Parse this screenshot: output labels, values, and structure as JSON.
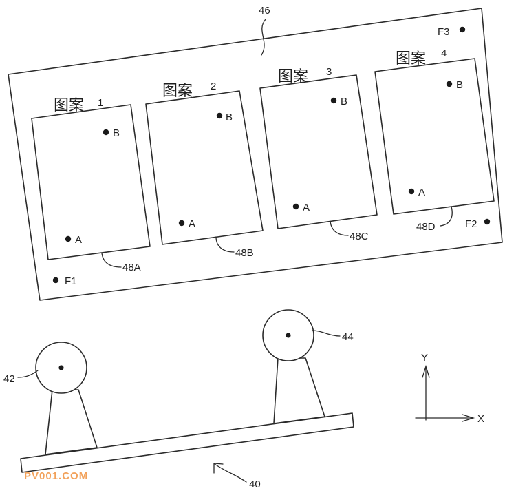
{
  "substrate": {
    "ref": "46",
    "fiducials": [
      {
        "id": "f1",
        "label": "F1"
      },
      {
        "id": "f2",
        "label": "F2"
      },
      {
        "id": "f3",
        "label": "F3"
      }
    ],
    "patterns": [
      {
        "title": "图案",
        "num": "1",
        "point_a": "A",
        "point_b": "B",
        "ref": "48A"
      },
      {
        "title": "图案",
        "num": "2",
        "point_a": "A",
        "point_b": "B",
        "ref": "48B"
      },
      {
        "title": "图案",
        "num": "3",
        "point_a": "A",
        "point_b": "B",
        "ref": "48C"
      },
      {
        "title": "图案",
        "num": "4",
        "point_a": "A",
        "point_b": "B",
        "ref": "48D"
      }
    ]
  },
  "stage": {
    "ref": "40",
    "left_sensor_ref": "42",
    "right_sensor_ref": "44"
  },
  "axes": {
    "y_label": "Y",
    "x_label": "X"
  },
  "watermark": {
    "text": "PV001.COM",
    "color": "#f2a15a"
  }
}
